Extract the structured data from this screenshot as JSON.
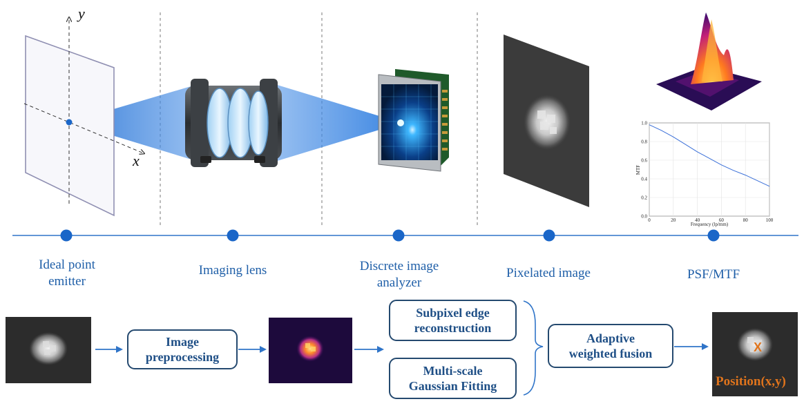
{
  "axes": {
    "x_label": "x",
    "y_label": "y"
  },
  "stages": [
    {
      "line1": "Ideal point",
      "line2": "emitter"
    },
    {
      "line1": "Imaging lens",
      "line2": ""
    },
    {
      "line1": "Discrete image",
      "line2": "analyzer"
    },
    {
      "line1": "Pixelated image",
      "line2": ""
    },
    {
      "line1": "PSF/MTF",
      "line2": ""
    }
  ],
  "pipeline": {
    "preprocess": {
      "line1": "Image",
      "line2": "preprocessing"
    },
    "subpixel": {
      "line1": "Subpixel edge",
      "line2": "reconstruction"
    },
    "gaussian": {
      "line1": "Multi-scale",
      "line2": "Gaussian Fitting"
    },
    "fusion": {
      "line1": "Adaptive",
      "line2": "weighted fusion"
    },
    "marker": "X",
    "position_label": "Position(x,y)"
  },
  "colors": {
    "accent": "#1f5fa8",
    "box_border": "#24496f",
    "orange": "#e0741c"
  },
  "chart_data": {
    "type": "line",
    "xlabel": "Frequency (lp/mm)",
    "ylabel": "MTF",
    "xlim": [
      0,
      100
    ],
    "ylim": [
      0,
      1.0
    ],
    "xticks": [
      "0",
      "20",
      "40",
      "60",
      "80",
      "100"
    ],
    "yticks": [
      "0.0",
      "0.2",
      "0.4",
      "0.6",
      "0.8",
      "1.0"
    ],
    "series": [
      {
        "x": [
          0,
          10,
          20,
          30,
          40,
          50,
          60,
          70,
          80,
          90,
          100
        ],
        "values": [
          0.98,
          0.92,
          0.85,
          0.77,
          0.69,
          0.62,
          0.55,
          0.49,
          0.44,
          0.38,
          0.32
        ]
      }
    ],
    "grid": true
  }
}
